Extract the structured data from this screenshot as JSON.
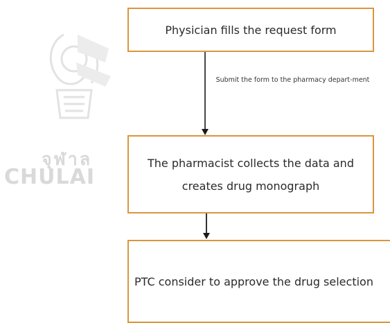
{
  "watermark": {
    "thai_text": "จุฬาล",
    "latin_text": "CHULAI"
  },
  "flow": {
    "step1": "Physician fills the request form",
    "transition1": "Submit the form to the pharmacy depart-ment",
    "step2": "The pharmacist collects the data and creates drug monograph",
    "step3": "PTC consider to approve the drug selection"
  },
  "colors": {
    "box_border": "#d9963c",
    "arrow": "#1a1a1a",
    "watermark": "#d9d9d9"
  }
}
